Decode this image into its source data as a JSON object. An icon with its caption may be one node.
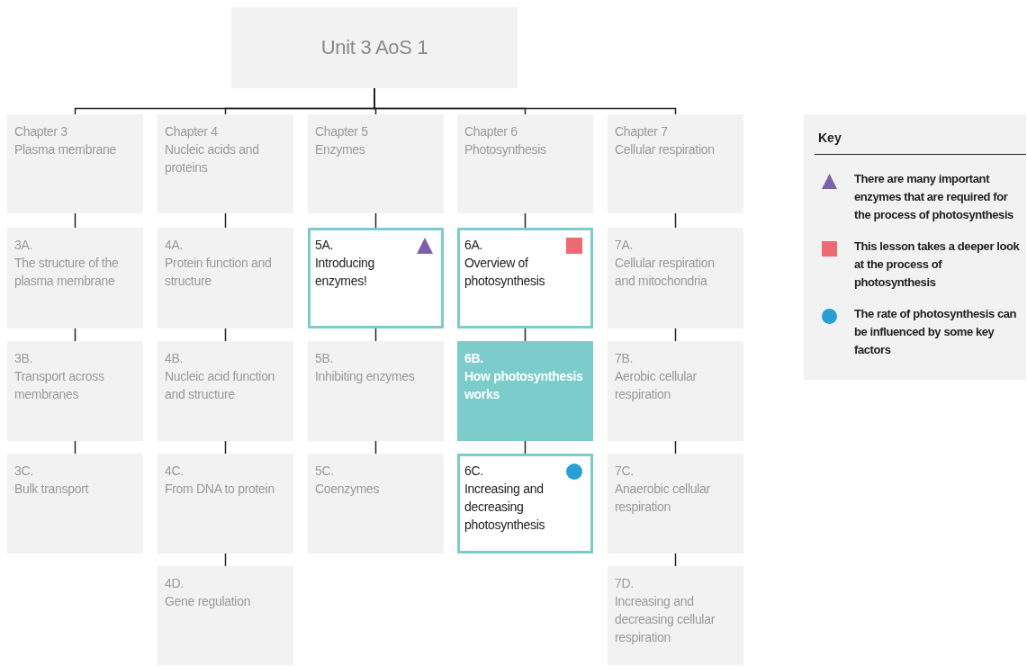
{
  "diagram": {
    "nodes": [
      {
        "text": [
          "Unit 3 AoS 1"
        ]
      },
      {
        "text": [
          "Chapter 3",
          "Plasma membrane"
        ]
      },
      {
        "text": [
          "Chapter 4",
          "Nucleic acids and proteins"
        ]
      },
      {
        "text": [
          "Chapter 5",
          "Enzymes"
        ]
      },
      {
        "text": [
          "Chapter 6",
          "Photosynthesis"
        ]
      },
      {
        "text": [
          "Chapter 7",
          "Cellular respiration"
        ]
      },
      {
        "text": [
          "3A.",
          "The structure of the plasma membrane"
        ]
      },
      {
        "text": [
          "4A.",
          "Protein function and structure"
        ]
      },
      {
        "text": [
          "5A.",
          "Introducing enzymes!"
        ]
      },
      {
        "text": [
          "6A.",
          "Overview of photosynthesis"
        ]
      },
      {
        "text": [
          "7A.",
          "Cellular respiration and mitochondria"
        ]
      },
      {
        "text": [
          "3B.",
          "Transport across membranes"
        ]
      },
      {
        "text": [
          "4B.",
          "Nucleic acid function and structure"
        ]
      },
      {
        "text": [
          "5B.",
          "Inhibiting enzymes"
        ]
      },
      {
        "text": [
          "6B.",
          "How photosynthesis works"
        ]
      },
      {
        "text": [
          "7B.",
          "Aerobic cellular respiration"
        ]
      },
      {
        "text": [
          "3C.",
          "Bulk transport"
        ]
      },
      {
        "text": [
          "4C.",
          "From DNA to protein"
        ]
      },
      {
        "text": [
          "5C.",
          "Coenzymes"
        ]
      },
      {
        "text": [
          "6C.",
          "Increasing and decreasing photosynthesis"
        ]
      },
      {
        "text": [
          "7C.",
          "Anaerobic cellular respiration"
        ]
      },
      {
        "text": [
          "4D.",
          "Gene regulation"
        ]
      },
      {
        "text": [
          "7D.",
          "Increasing and decreasing cellular respiration"
        ]
      }
    ],
    "edges": [
      {
        "from": 0,
        "to": 1,
        "arrow": "none"
      },
      {
        "from": 0,
        "to": 2,
        "arrow": "none"
      },
      {
        "from": 0,
        "to": 3,
        "arrow": "none"
      },
      {
        "from": 0,
        "to": 4,
        "arrow": "none"
      },
      {
        "from": 0,
        "to": 5,
        "arrow": "none"
      },
      {
        "from": 1,
        "to": 6,
        "arrow": "none"
      },
      {
        "from": 2,
        "to": 7,
        "arrow": "none"
      },
      {
        "from": 3,
        "to": 8,
        "arrow": "none"
      },
      {
        "from": 4,
        "to": 9,
        "arrow": "none"
      },
      {
        "from": 5,
        "to": 10,
        "arrow": "none"
      },
      {
        "from": 6,
        "to": 11,
        "arrow": "none"
      },
      {
        "from": 7,
        "to": 12,
        "arrow": "none"
      },
      {
        "from": 8,
        "to": 13,
        "arrow": "none"
      },
      {
        "from": 9,
        "to": 14,
        "arrow": "none"
      },
      {
        "from": 10,
        "to": 15,
        "arrow": "none"
      },
      {
        "from": 11,
        "to": 16,
        "arrow": "none"
      },
      {
        "from": 12,
        "to": 17,
        "arrow": "none"
      },
      {
        "from": 13,
        "to": 18,
        "arrow": "none"
      },
      {
        "from": 14,
        "to": 19,
        "arrow": "none"
      },
      {
        "from": 15,
        "to": 20,
        "arrow": "none"
      },
      {
        "from": 17,
        "to": 21,
        "arrow": "none"
      },
      {
        "from": 20,
        "to": 22,
        "arrow": "none"
      }
    ],
    "legend": [
      {
        "text": "There are many important enzymes that are required for the process of photosynthesis"
      },
      {
        "text": "This lesson takes a deeper look at the process of photosynthesis"
      },
      {
        "text": "The rate of photosynthesis can be influenced by some key factors"
      }
    ],
    "labels": [
      "Key"
    ]
  }
}
